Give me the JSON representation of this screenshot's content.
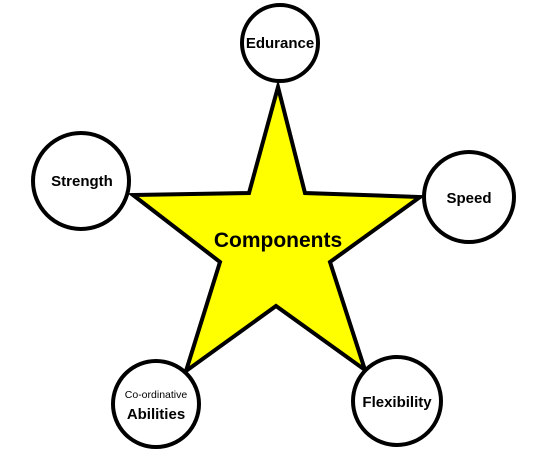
{
  "diagram": {
    "center_label": "Components",
    "components": [
      {
        "id": "endurance",
        "label": "Edurance"
      },
      {
        "id": "speed",
        "label": "Speed"
      },
      {
        "id": "flexibility",
        "label": "Flexibility"
      },
      {
        "id": "coordinative",
        "label_line1": "Co-ordinative",
        "label_line2": "Abilities"
      },
      {
        "id": "strength",
        "label": "Strength"
      }
    ],
    "colors": {
      "star_fill": "#ffff00",
      "outline": "#000000",
      "circle_fill": "#ffffff"
    }
  }
}
